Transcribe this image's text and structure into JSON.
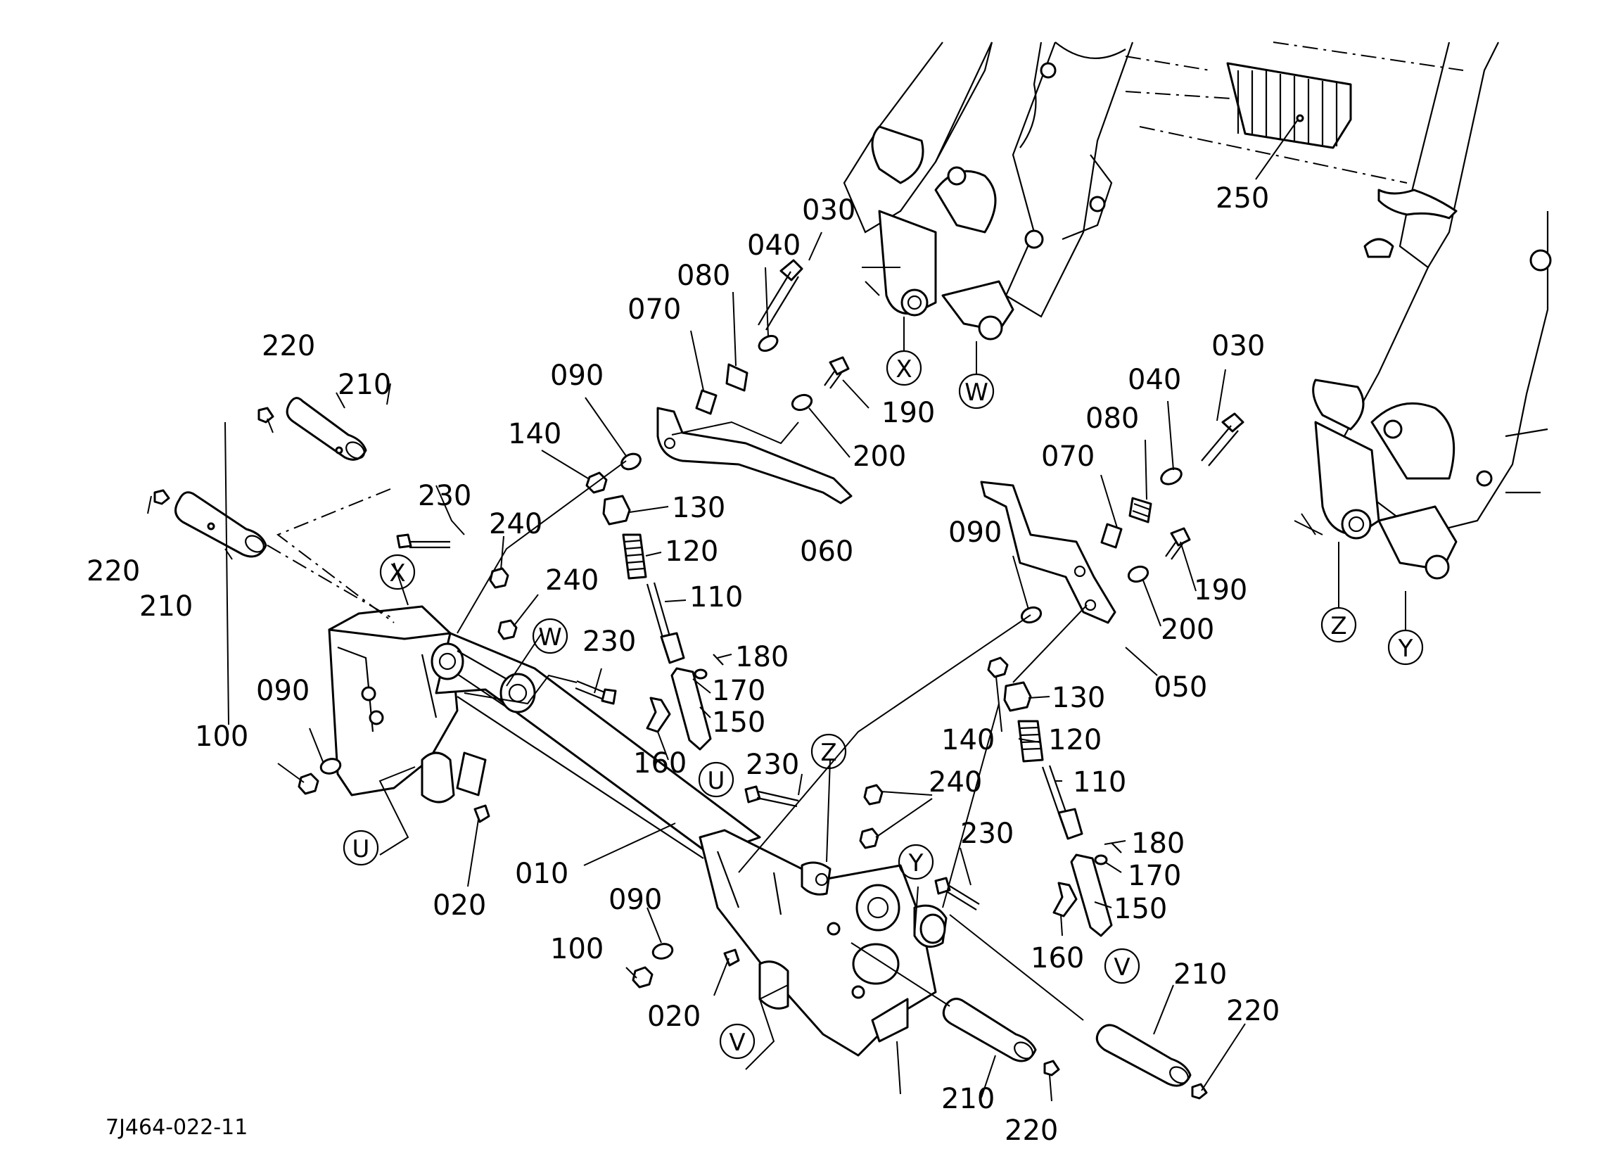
{
  "drawing_code": "7J464-022-11",
  "part_numbers": {
    "p010": "010",
    "p020": "020",
    "p030": "030",
    "p040": "040",
    "p050": "050",
    "p060": "060",
    "p070": "070",
    "p080": "080",
    "p090": "090",
    "p100": "100",
    "p110": "110",
    "p120": "120",
    "p130": "130",
    "p140": "140",
    "p150": "150",
    "p160": "160",
    "p170": "170",
    "p180": "180",
    "p190": "190",
    "p200": "200",
    "p210": "210",
    "p220": "220",
    "p230": "230",
    "p240": "240",
    "p250": "250"
  },
  "reference_marks": {
    "U": "U",
    "V": "V",
    "W": "W",
    "X": "X",
    "Y": "Y",
    "Z": "Z"
  },
  "colors": {
    "line": "#000000",
    "background": "#ffffff"
  }
}
